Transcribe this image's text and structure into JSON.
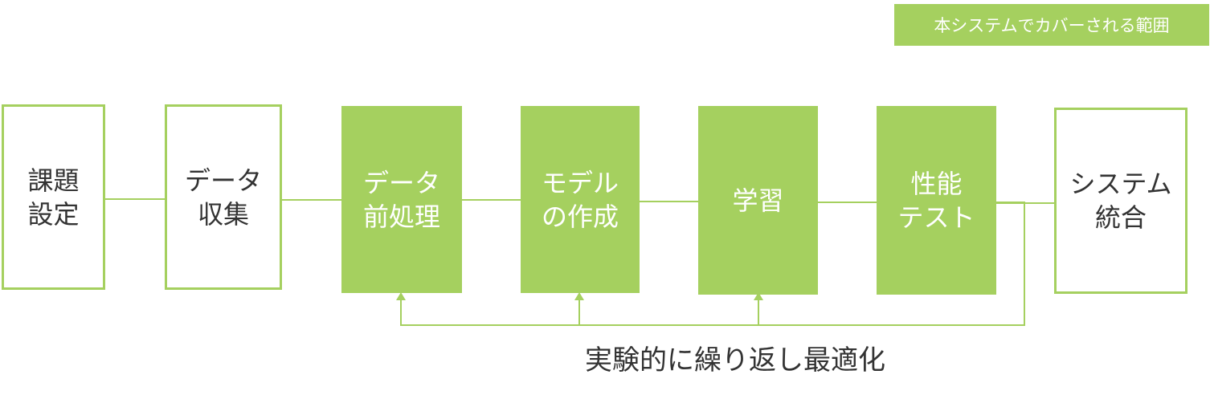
{
  "legend": {
    "label": "本システムでカバーされる範囲",
    "color": "#a5d05f"
  },
  "steps": [
    {
      "line1": "課題",
      "line2": "設定",
      "style": "outline"
    },
    {
      "line1": "データ",
      "line2": "収集",
      "style": "outline"
    },
    {
      "line1": "データ",
      "line2": "前処理",
      "style": "filled"
    },
    {
      "line1": "モデル",
      "line2": "の作成",
      "style": "filled"
    },
    {
      "line1": "学習",
      "line2": "",
      "style": "filled"
    },
    {
      "line1": "性能",
      "line2": "テスト",
      "style": "filled"
    },
    {
      "line1": "システム",
      "line2": "統合",
      "style": "outline"
    }
  ],
  "loop_label": "実験的に繰り返し最適化",
  "colors": {
    "accent": "#a5d05f",
    "text": "#333333"
  }
}
